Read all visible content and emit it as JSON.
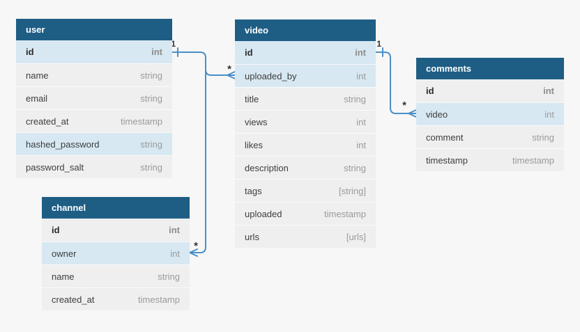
{
  "colors": {
    "canvas_bg": "#f7f7f7",
    "header_bg": "#1e5e85",
    "header_text": "#ffffff",
    "row_gray": "#efefef",
    "row_highlight": "#d7e8f2",
    "field_text": "#3d3d3d",
    "type_text": "#9a9a9a",
    "line": "#4a8fc7",
    "label_text": "#333333"
  },
  "diagram": {
    "tables": [
      {
        "name": "user",
        "rows": [
          {
            "field": "id",
            "type": "int",
            "key": true,
            "highlight": true
          },
          {
            "field": "name",
            "type": "string"
          },
          {
            "field": "email",
            "type": "string"
          },
          {
            "field": "created_at",
            "type": "timestamp"
          },
          {
            "field": "hashed_password",
            "type": "string",
            "highlight": true
          },
          {
            "field": "password_salt",
            "type": "string"
          }
        ]
      },
      {
        "name": "video",
        "rows": [
          {
            "field": "id",
            "type": "int",
            "key": true,
            "highlight": true
          },
          {
            "field": "uploaded_by",
            "type": "int",
            "highlight": true
          },
          {
            "field": "title",
            "type": "string"
          },
          {
            "field": "views",
            "type": "int"
          },
          {
            "field": "likes",
            "type": "int"
          },
          {
            "field": "description",
            "type": "string"
          },
          {
            "field": "tags",
            "type": "[string]"
          },
          {
            "field": "uploaded",
            "type": "timestamp"
          },
          {
            "field": "urls",
            "type": "[urls]"
          }
        ]
      },
      {
        "name": "comments",
        "rows": [
          {
            "field": "id",
            "type": "int",
            "key": true
          },
          {
            "field": "video",
            "type": "int",
            "highlight": true
          },
          {
            "field": "comment",
            "type": "string"
          },
          {
            "field": "timestamp",
            "type": "timestamp"
          }
        ]
      },
      {
        "name": "channel",
        "rows": [
          {
            "field": "id",
            "type": "int",
            "key": true
          },
          {
            "field": "owner",
            "type": "int",
            "highlight": true
          },
          {
            "field": "name",
            "type": "string"
          },
          {
            "field": "created_at",
            "type": "timestamp"
          }
        ]
      }
    ],
    "relationships": [
      {
        "from": "user.id",
        "to": "video.uploaded_by",
        "one_label": "1",
        "many_label": "*"
      },
      {
        "from": "user.id",
        "to": "channel.owner",
        "many_label": "*"
      },
      {
        "from": "video.id",
        "to": "comments.video",
        "one_label": "1",
        "many_label": "*"
      }
    ]
  }
}
